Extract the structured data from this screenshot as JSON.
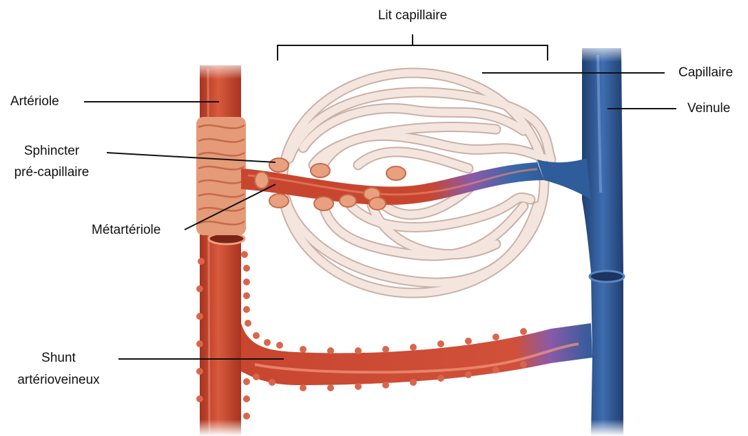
{
  "labels": {
    "lit_capillaire": "Lit capillaire",
    "capillaire": "Capillaire",
    "arteriole": "Artériole",
    "veinule": "Veinule",
    "sphincter_line1": "Sphincter",
    "sphincter_line2": "pré-capillaire",
    "metarteriole": "Métartériole",
    "shunt_line1": "Shunt",
    "shunt_line2": "artérioveineux"
  },
  "colors": {
    "artery": "#c8462f",
    "artery_light": "#e07a5f",
    "artery_dark": "#9c2f1f",
    "sphincter": "#e9a07f",
    "capillary": "#f3e3dc",
    "capillary_edge": "#cbb3aa",
    "vein": "#2f5c9a",
    "vein_light": "#6a92c6",
    "vein_dark": "#1f3f70",
    "transition": "#8a5aa8",
    "leader_line": "#111111"
  }
}
